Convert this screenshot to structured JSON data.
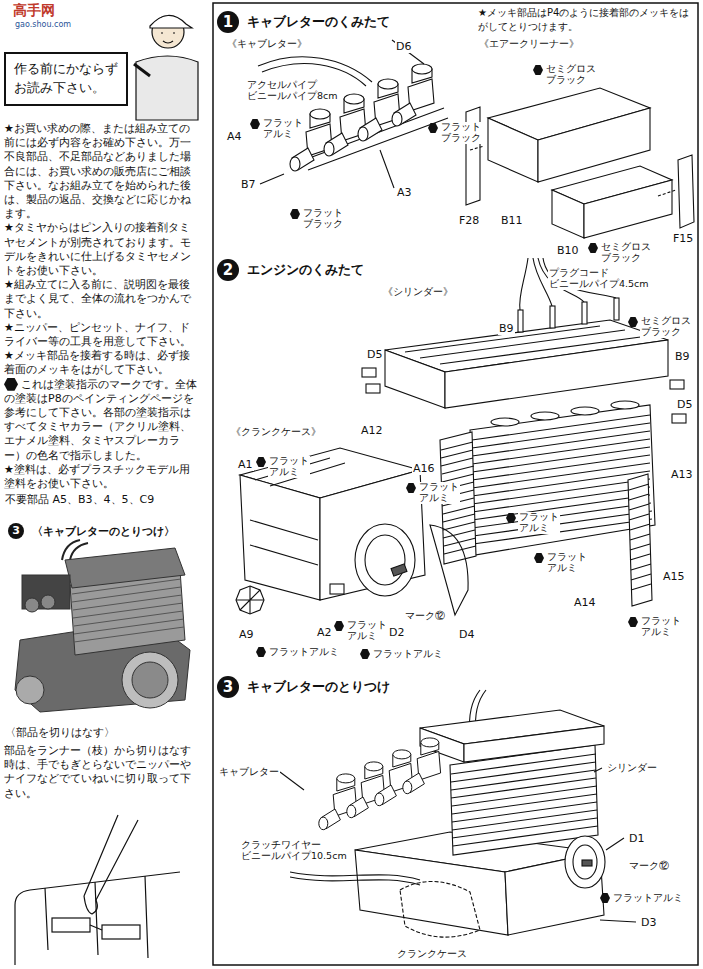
{
  "diagram": {
    "nodes": [
      {
        "text": [
          "作る前にかならず お読み下さい。"
        ]
      },
      {
        "text": [
          "3",
          "〈キャブレターのとりつけ〉"
        ]
      },
      {
        "text": [
          "1",
          "キャブレターのくみたて"
        ]
      },
      {
        "text": [
          "2",
          "エンジンのくみたて"
        ]
      },
      {
        "text": [
          "3",
          "キャブレターのとりつけ"
        ]
      }
    ],
    "labels": [
      "高手网",
      "gao.shou.com",
      "★お買い求めの際、または組み立ての前には必ず内容をお確め下さい。万一不良部品、不足部品などありました場合には、お買い求めの販売店にご相談下さい。なお組み立てを始められた後は、製品の返品、交換などに応じかねます。",
      "★タミヤからはピン入りの接着剤タミヤセメントが別売されております。モデルをきれいに仕上げるタミヤセメントをお使い下さい。",
      "★組み立てに入る前に、説明図を最後までよく見て、全体の流れをつかんで下さい。",
      "★ニッパー、ピンセット、ナイフ、ドライバー等の工具を用意して下さい。",
      "★メッキ部品を接着する時は、必ず接着面のメッキをはがして下さい。",
      "これは塗装指示のマークです。全体の塗装はP8のペインティングページを参考にして下さい。各部の塗装指示はすべてタミヤカラー（アクリル塗料、エナメル塗料、タミヤスプレーカラー）の色名で指示しました。",
      "★塗料は、必ずプラスチックモデル用塗料をお使い下さい。",
      "不要部品 A5、B3、4、5、C9",
      "〈部品を切りはなす〉",
      "部品をランナー（枝）から切りはなす時は、手でもぎとらないでニッパーやナイフなどでていねいに切り取って下さい。",
      "★メッキ部品はP4のように接着部のメッキをはがしてとりつけます。",
      "《キャブレター》",
      "《エアークリーナー》",
      "D6",
      "アクセルパイプ ビニールパイプ8cm",
      "フラット アルミ",
      "A4",
      "フラット ブラック",
      "B7",
      "A3",
      "フラット ブラック",
      "セミグロス ブラック",
      "F28",
      "B11",
      "セミグロス ブラック",
      "B10",
      "F15",
      "《シリンダー》",
      "プラグコード ビニールパイプ4.5cm",
      "セミグロス ブラック",
      "B9",
      "D5",
      "B9",
      "D5",
      "A12",
      "《クランクケース》",
      "A1",
      "フラット アルミ",
      "A16",
      "フラット アルミ",
      "A13",
      "フラット アルミ",
      "フラット アルミ",
      "A14",
      "A15",
      "フラット アルミ",
      "A9",
      "フラットアルミ",
      "A2",
      "フラット アルミ",
      "D2",
      "マーク⑫",
      "フラットアルミ",
      "D4",
      "キャブレター",
      "シリンダー",
      "クラッチワイヤー ビニールパイプ10.5cm",
      "D1",
      "マーク⑫",
      "フラットアルミ",
      "D3",
      "クランクケース"
    ]
  }
}
